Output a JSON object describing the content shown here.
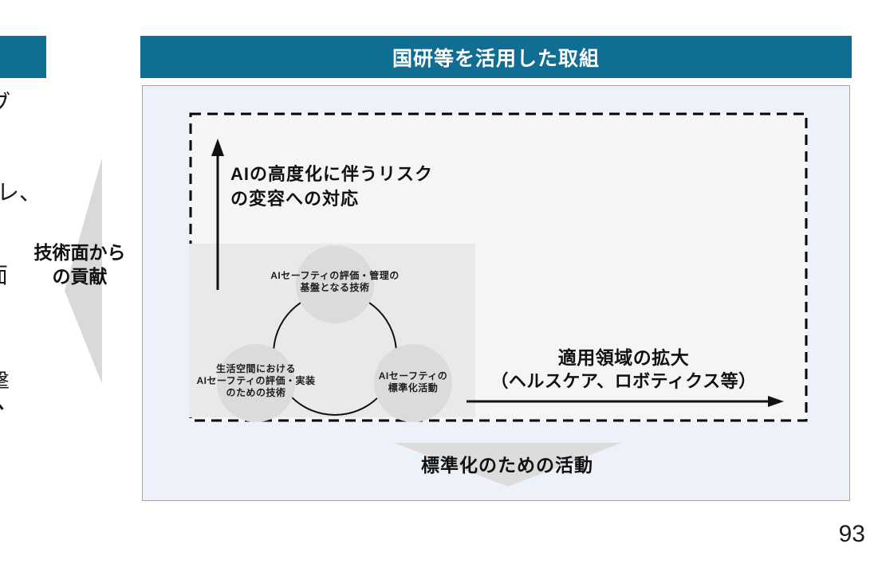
{
  "colors": {
    "teal_accent": "#116e93",
    "panel_background": "#edf2fa",
    "panel_border": "#a6a6a6",
    "dashed_box_fill": "#f5f5f3",
    "gray_subpanel": "#e9e9e7",
    "circle_fill": "#dbdbdb",
    "chevron_gray": "#d9d9d9"
  },
  "header": {
    "title": "国研等を活用した取組"
  },
  "left_margin": {
    "fragments": [
      "ブ",
      "レ、",
      "面",
      "撃"
    ],
    "contribution": {
      "line1": "技術面から",
      "line2": "の貢献"
    }
  },
  "diagram": {
    "risk_axis": {
      "line1": "AIの高度化に伴うリスク",
      "line2": "の変容への対応"
    },
    "circles": [
      {
        "lines": [
          "AIセーフティの評価・管理の",
          "基盤となる技術"
        ]
      },
      {
        "lines": [
          "生活空間における",
          "AIセーフティの評価・実装",
          "のための技術"
        ]
      },
      {
        "lines": [
          "AIセーフティの",
          "標準化活動"
        ]
      }
    ],
    "expand_axis": {
      "line1": "適用領域の拡大",
      "line2": "（ヘルスケア、ロボティクス等）"
    },
    "standardization_label": "標準化のための活動"
  },
  "page": {
    "number": "93"
  }
}
